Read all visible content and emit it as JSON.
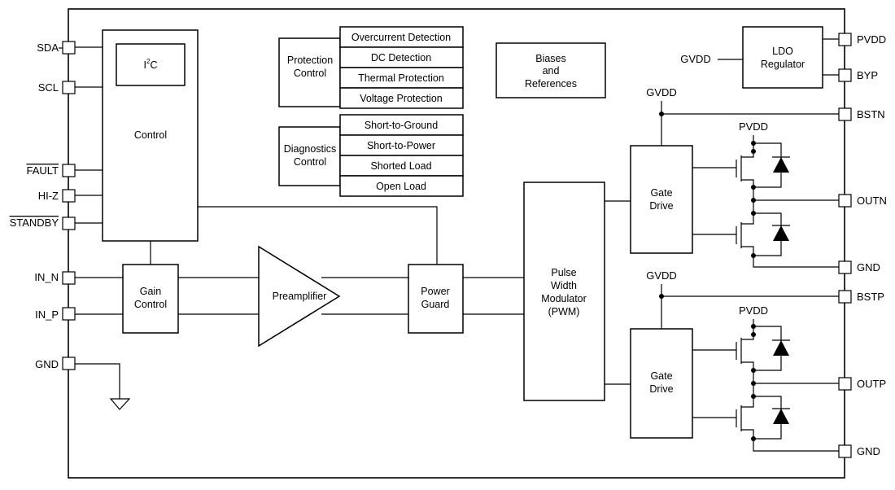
{
  "pins_left": {
    "sda": "SDA",
    "scl": "SCL",
    "fault": "FAULT",
    "hiz": "HI-Z",
    "standby": "STANDBY",
    "in_n": "IN_N",
    "in_p": "IN_P",
    "gnd": "GND"
  },
  "pins_right": {
    "pvdd": "PVDD",
    "byp": "BYP",
    "bstn": "BSTN",
    "outn": "OUTN",
    "gnd_n": "GND",
    "bstp": "BSTP",
    "outp": "OUTP",
    "gnd_p": "GND"
  },
  "blocks": {
    "i2c_base": "I",
    "i2c_sup": "2",
    "i2c_tail": "C",
    "control": "Control",
    "gain_control": [
      "Gain",
      "Control"
    ],
    "preamplifier": "Preamplifier",
    "power_guard": [
      "Power",
      "Guard"
    ],
    "pwm": [
      "Pulse",
      "Width",
      "Modulator",
      "(PWM)"
    ],
    "gate_drive_top": [
      "Gate",
      "Drive"
    ],
    "gate_drive_bottom": [
      "Gate",
      "Drive"
    ],
    "ldo": [
      "LDO",
      "Regulator"
    ],
    "biases": [
      "Biases",
      "and",
      "References"
    ],
    "protection_control": [
      "Protection",
      "Control"
    ],
    "diagnostics_control": [
      "Diagnostics",
      "Control"
    ]
  },
  "protection_items": [
    "Overcurrent Detection",
    "DC Detection",
    "Thermal Protection",
    "Voltage Protection"
  ],
  "diagnostics_items": [
    "Short-to-Ground",
    "Short-to-Power",
    "Shorted Load",
    "Open Load"
  ],
  "nets": {
    "gvdd_ldo": "GVDD",
    "gvdd_top": "GVDD",
    "gvdd_bottom": "GVDD",
    "pvdd_top": "PVDD",
    "pvdd_bottom": "PVDD"
  }
}
